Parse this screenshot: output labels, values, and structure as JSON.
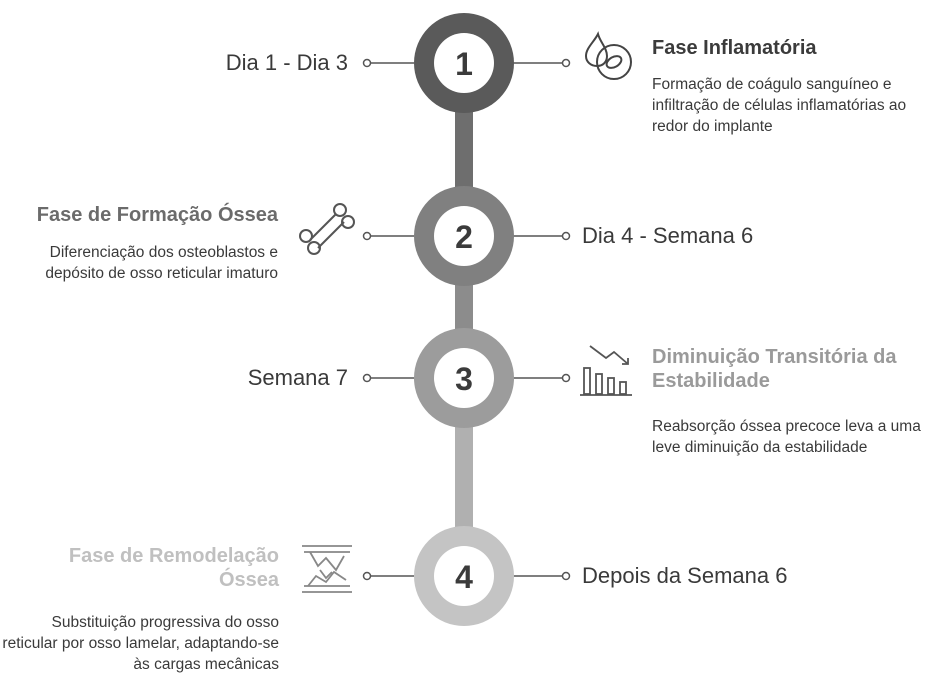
{
  "colors": {
    "stage1": "#5a5a5a",
    "stage2": "#808080",
    "stage3": "#9c9c9c",
    "stage4": "#c4c4c4",
    "title1": "#3b3b3b",
    "title2": "#6b6b6b",
    "title3": "#9a9a9a",
    "title4": "#c0c0c0"
  },
  "stages": [
    {
      "number": "1",
      "time": "Dia 1 - Dia 3",
      "title": "Fase Inflamatória",
      "description": "Formação de coágulo sanguíneo e infiltração de células inflamatórias ao redor do implante",
      "icon": "blood-cell-icon"
    },
    {
      "number": "2",
      "time": "Dia 4 - Semana 6",
      "title": "Fase de Formação Óssea",
      "description": "Diferenciação dos osteoblastos e depósito de osso reticular imaturo",
      "icon": "bone-icon"
    },
    {
      "number": "3",
      "time": "Semana 7",
      "title": "Diminuição Transitória da Estabilidade",
      "description": "Reabsorção óssea precoce leva a uma leve diminuição da estabilidade",
      "icon": "declining-chart-icon"
    },
    {
      "number": "4",
      "time": "Depois da Semana 6",
      "title": "Fase de Remodelação Óssea",
      "description": "Substituição progressiva do osso reticular por osso lamelar, adaptando-se às cargas mecânicas",
      "icon": "bone-remodeling-icon"
    }
  ]
}
